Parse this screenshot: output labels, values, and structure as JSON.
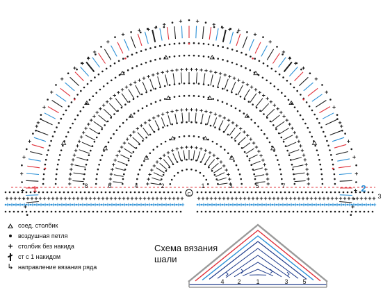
{
  "colors": {
    "ink": "#1a1a1a",
    "red": "#e0303a",
    "blue": "#2a8fd6",
    "gray": "#9a9a9a",
    "navy": "#1d3a8a"
  },
  "diagram": {
    "row_labels_left": [
      "8",
      "6",
      "4",
      "2"
    ],
    "row_labels_right": [
      "1",
      "3",
      "5",
      "7"
    ],
    "red_row_label": "1",
    "blue_row_label": "2",
    "edge_label": "3",
    "center_label": "С"
  },
  "legend": [
    {
      "icon": "slip-stitch-triangle",
      "text": "соед. столбик"
    },
    {
      "icon": "chain-dot",
      "text": "воздушная петля"
    },
    {
      "icon": "single-crochet-plus",
      "text": "столбик без накида"
    },
    {
      "icon": "double-crochet-stick",
      "text": "ст с 1 накидом"
    },
    {
      "icon": "row-direction-arrow",
      "text": "направление вязания ряда"
    }
  ],
  "scheme": {
    "title_line1": "Схема вязания",
    "title_line2": "шали",
    "labels": [
      "4",
      "2",
      "1",
      "3",
      "5"
    ]
  }
}
